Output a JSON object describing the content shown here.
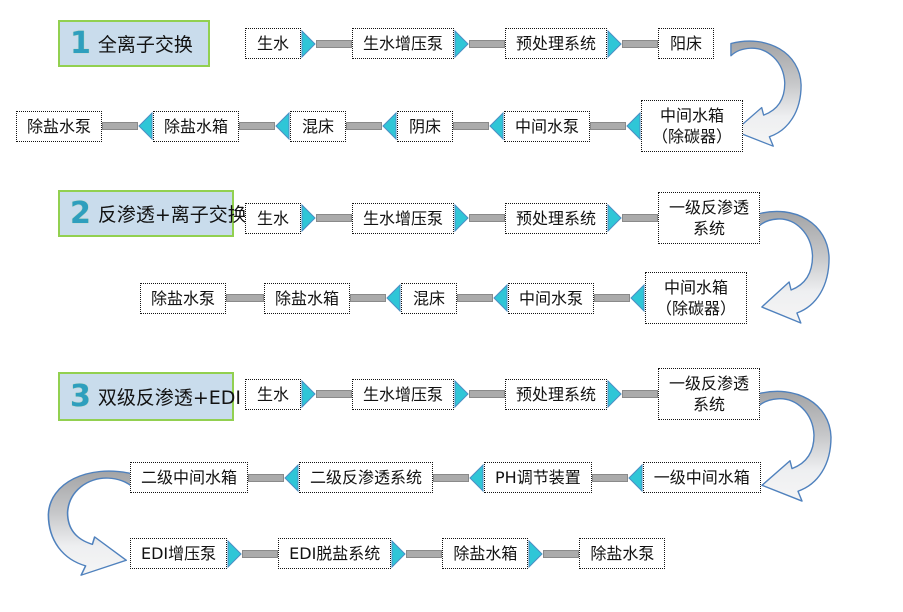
{
  "diagram_title": "",
  "colors": {
    "background": "#ffffff",
    "badge_fill": "#c9dcec",
    "badge_border": "#92d050",
    "badge_number": "#2e9fbe",
    "node_border": "#141414",
    "arrow_triangle": "#2fc6d7",
    "arrow_triangle_outline": "#4a8fc4",
    "connector_line": "#ababab",
    "ribbon_outline": "#4f81bd",
    "ribbon_gray": "#b3b4b6",
    "ribbon_light": "#f2f2f2"
  },
  "icons": {
    "flow_arrow_right": "triangle-right",
    "flow_arrow_left": "triangle-left",
    "turn_arrow": "curved-u-ribbon-arrow"
  },
  "sections": [
    {
      "number": "1",
      "title": "全离子交换",
      "rows": [
        {
          "direction": "left-to-right",
          "nodes": [
            {
              "label": "生水"
            },
            {
              "label": "生水增压泵"
            },
            {
              "label": "预处理系统"
            },
            {
              "label": "阳床"
            }
          ],
          "connectors": [
            "fwd",
            "fwd",
            "fwd"
          ]
        },
        {
          "direction": "right-to-left",
          "nodes": [
            {
              "label": "除盐水泵"
            },
            {
              "label": "除盐水箱"
            },
            {
              "label": "混床"
            },
            {
              "label": "阴床"
            },
            {
              "label": "中间水泵"
            },
            {
              "label": "中间水箱\n（除碳器）"
            }
          ],
          "connectors": [
            "back",
            "back",
            "back",
            "back",
            "back"
          ]
        }
      ]
    },
    {
      "number": "2",
      "title": "反渗透+离子交换",
      "rows": [
        {
          "direction": "left-to-right",
          "nodes": [
            {
              "label": "生水"
            },
            {
              "label": "生水增压泵"
            },
            {
              "label": "预处理系统"
            },
            {
              "label": "一级反渗透\n系统"
            }
          ],
          "connectors": [
            "fwd",
            "fwd",
            "fwd"
          ]
        },
        {
          "direction": "right-to-left",
          "nodes": [
            {
              "label": "除盐水泵"
            },
            {
              "label": "除盐水箱"
            },
            {
              "label": "混床"
            },
            {
              "label": "中间水泵"
            },
            {
              "label": "中间水箱\n（除碳器）"
            }
          ],
          "connectors": [
            "line",
            "back",
            "back",
            "back"
          ]
        }
      ]
    },
    {
      "number": "3",
      "title": "双级反渗透+EDI",
      "rows": [
        {
          "direction": "left-to-right",
          "nodes": [
            {
              "label": "生水"
            },
            {
              "label": "生水增压泵"
            },
            {
              "label": "预处理系统"
            },
            {
              "label": "一级反渗透\n系统"
            }
          ],
          "connectors": [
            "fwd",
            "fwd",
            "fwd"
          ]
        },
        {
          "direction": "right-to-left",
          "nodes": [
            {
              "label": "二级中间水箱"
            },
            {
              "label": "二级反渗透系统"
            },
            {
              "label": "PH调节装置"
            },
            {
              "label": "一级中间水箱"
            }
          ],
          "connectors": [
            "back",
            "back",
            "back"
          ]
        },
        {
          "direction": "left-to-right",
          "nodes": [
            {
              "label": "EDI增压泵"
            },
            {
              "label": "EDI脱盐系统"
            },
            {
              "label": "除盐水箱"
            },
            {
              "label": "除盐水泵"
            }
          ],
          "connectors": [
            "fwd",
            "fwd",
            "fwd"
          ]
        }
      ]
    }
  ]
}
